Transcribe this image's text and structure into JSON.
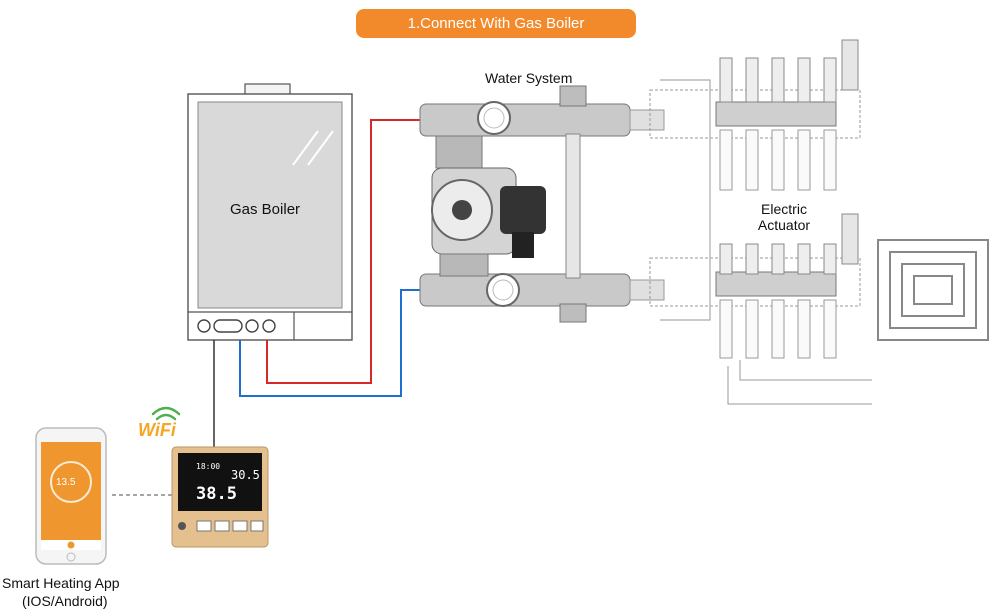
{
  "banner": {
    "title": "1.Connect With Gas Boiler"
  },
  "labels": {
    "boiler": "Gas Boiler",
    "water_system": "Water System",
    "actuator_line1": "Electric",
    "actuator_line2": "Actuator",
    "app_line1": "Smart Heating App",
    "app_line2": "(IOS/Android)",
    "wifi": "WiFi"
  },
  "phone": {
    "reading": "13.5"
  },
  "thermostat": {
    "time": "18:00",
    "set_temp": "30.5",
    "room_temp": "38.5"
  },
  "colors": {
    "banner": "#f28a2c",
    "hot_pipe": "#d62828",
    "cold_pipe": "#1f6fd1",
    "wifi": "#f5a623",
    "wifi_arc": "#4caf50",
    "thermostat_gold": "#e3c08e"
  }
}
